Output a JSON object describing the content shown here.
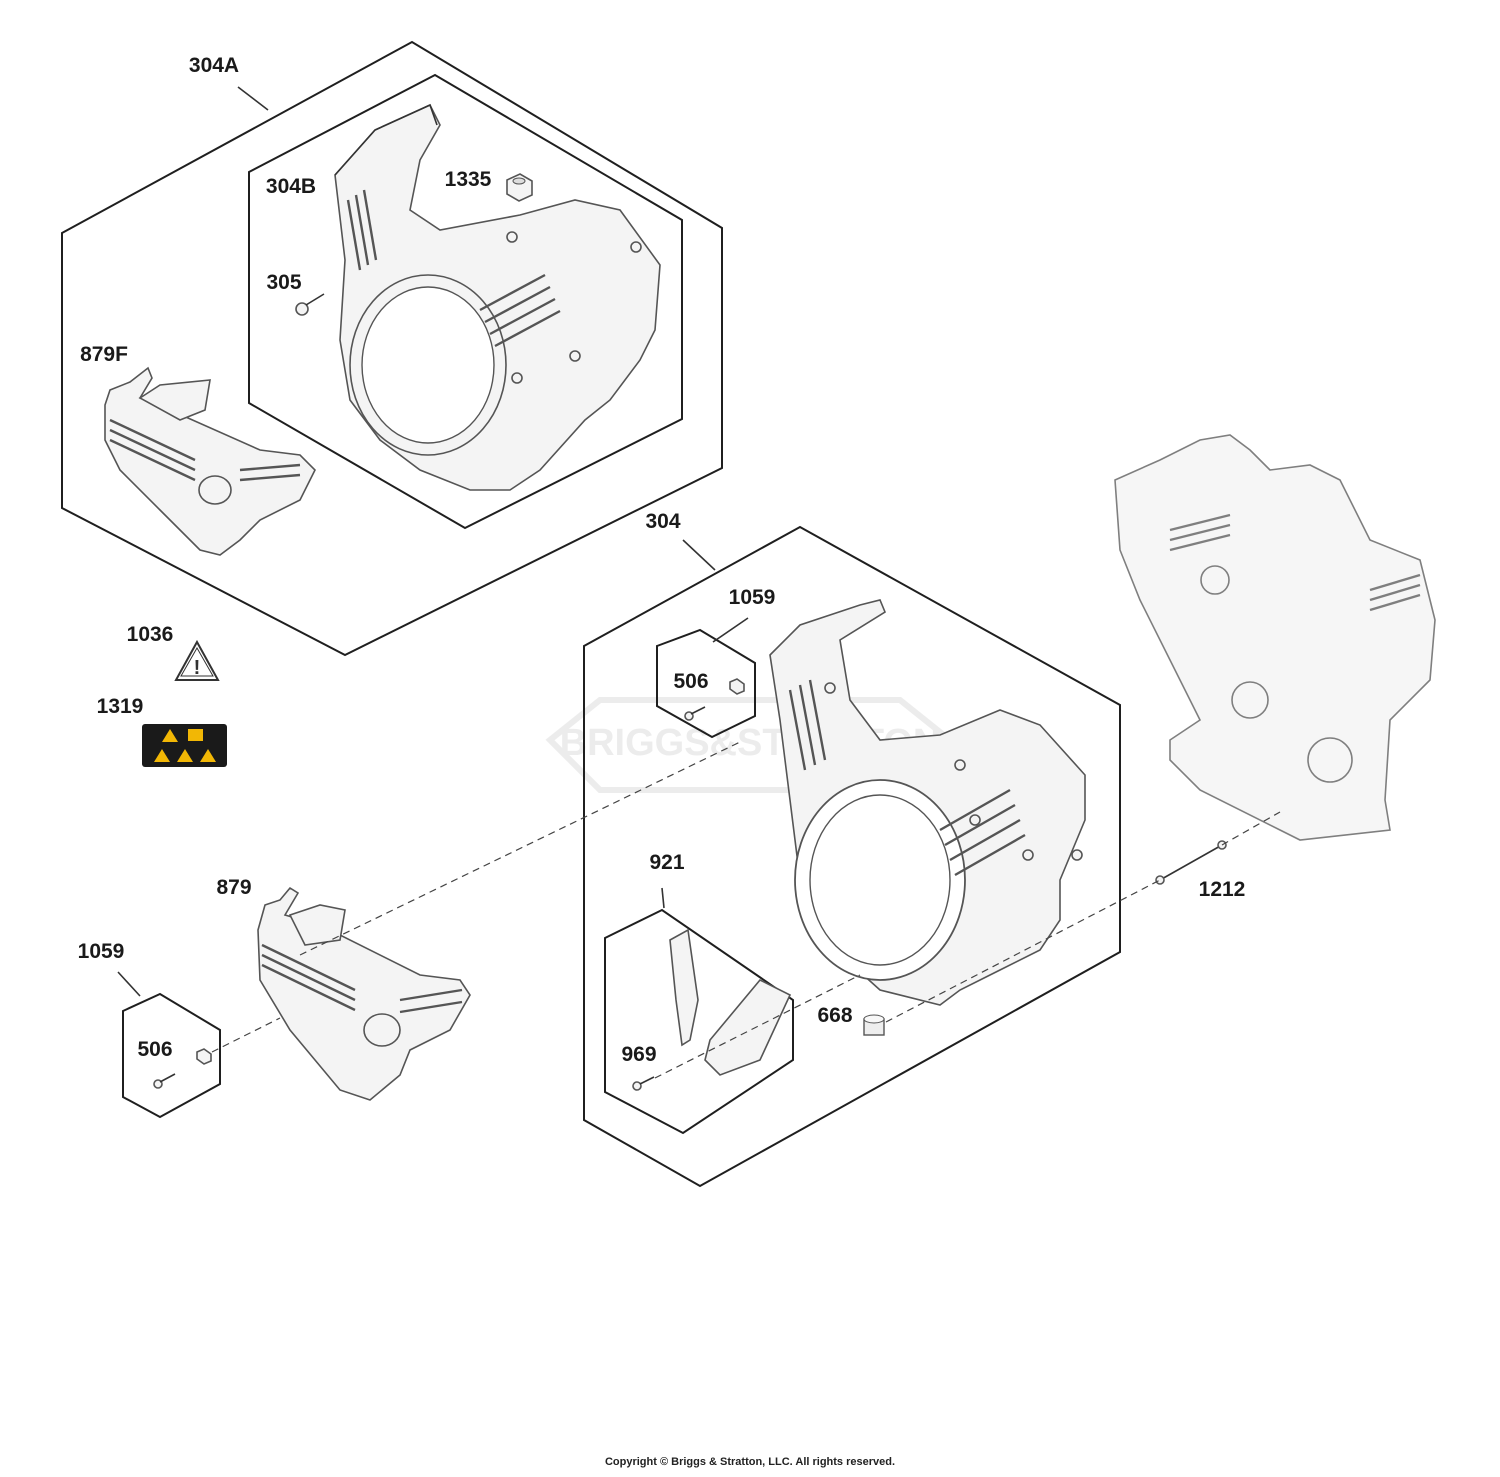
{
  "callouts": {
    "c304A": "304A",
    "c304B": "304B",
    "c1335": "1335",
    "c305": "305",
    "c879F": "879F",
    "c1036": "1036",
    "c1319": "1319",
    "c304": "304",
    "c1059_top": "1059",
    "c506_top": "506",
    "c921": "921",
    "c969": "969",
    "c668": "668",
    "c1212": "1212",
    "c879": "879",
    "c1059_bottom": "1059",
    "c506_bottom": "506"
  },
  "watermark": "BRIGGS&STRATTON",
  "copyright": "Copyright © Briggs & Stratton, LLC. All rights reserved.",
  "colors": {
    "label_yellow": "#f2b705",
    "label_black": "#1a1a1a",
    "line": "#333333"
  }
}
